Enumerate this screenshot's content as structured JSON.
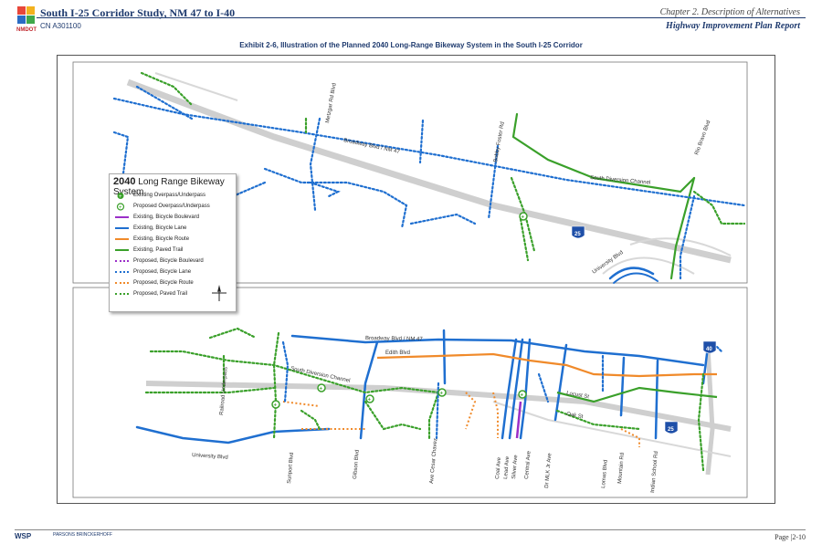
{
  "header": {
    "title": "South I-25 Corridor Study, NM 47 to I-40",
    "cn": "CN A301100",
    "chapter": "Chapter 2. Description of Alternatives",
    "report": "Highway Improvement Plan Report",
    "logo_text": "NMDOT"
  },
  "exhibit_title": "Exhibit 2-6, Illustration of the Planned 2040 Long-Range Bikeway System in the South I-25 Corridor",
  "legend": {
    "year": "2040",
    "title": "Long Range Bikeway System",
    "items": [
      {
        "label": "Existing Overpass/Underpass",
        "kind": "circle-existing"
      },
      {
        "label": "Proposed Overpass/Underpass",
        "kind": "circle-proposed"
      },
      {
        "label": "Existing, Bicycle Boulevard",
        "kind": "solid",
        "color": "#9b2fc8"
      },
      {
        "label": "Existing, Bicycle Lane",
        "kind": "solid",
        "color": "#1f6fd0"
      },
      {
        "label": "Existing, Bicycle Route",
        "kind": "solid",
        "color": "#f08a2a"
      },
      {
        "label": "Existing, Paved Trail",
        "kind": "solid",
        "color": "#3aa02a"
      },
      {
        "label": "Proposed, Bicycle Boulevard",
        "kind": "dotted",
        "color": "#9b2fc8"
      },
      {
        "label": "Proposed, Bicycle Lane",
        "kind": "dotted",
        "color": "#1f6fd0"
      },
      {
        "label": "Proposed, Bicycle Route",
        "kind": "dotted",
        "color": "#f08a2a"
      },
      {
        "label": "Proposed, Paved Trail",
        "kind": "dotted",
        "color": "#3aa02a"
      }
    ]
  },
  "map_top_labels": {
    "broadway": "Broadway Blvd / NM 47",
    "metzgar": "Metzgar Rd Blvd",
    "bobby_foster": "Bobby Foster Rd",
    "south_diversion": "South Diversion Channel",
    "rio_bravo": "Rio Bravo Blvd",
    "university": "University Blvd",
    "interstate": "25"
  },
  "map_bottom_labels": {
    "broadway": "Broadway Blvd / NM 47",
    "edith": "Edith Blvd",
    "south_diversion": "South Diversion Channel",
    "railroad": "Railroad Underpass",
    "university": "University Blvd",
    "sunport": "Sunport Blvd",
    "gibson": "Gibson Blvd",
    "cesar_chavez": "Ave Cesar Chavez",
    "coal": "Coal Ave",
    "lead": "Lead Ave",
    "silver": "Silver Ave",
    "central": "Central Ave",
    "mlk": "Dr MLK Jr Ave",
    "locust": "Locust St",
    "oak": "Oak St",
    "lomas": "Lomas Blvd",
    "mountain": "Mountain Rd",
    "indian_school": "Indian School Rd",
    "i25": "25",
    "i40": "40"
  },
  "colors": {
    "bike_lane": "#1f6fd0",
    "bike_route": "#f08a2a",
    "paved_trail": "#3aa02a",
    "bike_boulevard": "#9b2fc8",
    "road": "#c9c9c9",
    "header_blue": "#1e3a6e"
  },
  "footer": {
    "brand": "WSP",
    "brand2": "PARSONS BRINCKERHOFF",
    "page": "Page |2-10"
  }
}
